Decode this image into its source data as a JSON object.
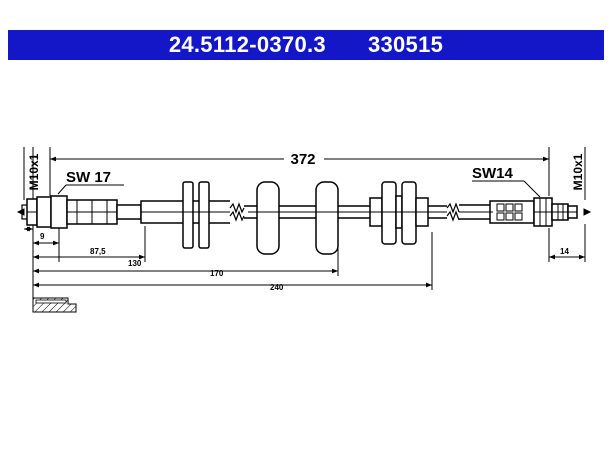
{
  "header": {
    "part_number": "24.5112-0370.3",
    "ref_number": "330515",
    "background_color": "#1417c8",
    "text_color": "#ffffff"
  },
  "drawing": {
    "overall_length": "372",
    "left_thread": "M10x1",
    "right_thread": "M10x1",
    "left_wrench": "SW 17",
    "right_wrench": "SW14",
    "dims": {
      "d9": "9",
      "d87": "87,5",
      "d130": "130",
      "d170": "170",
      "d240": "240",
      "d14": "14"
    }
  }
}
